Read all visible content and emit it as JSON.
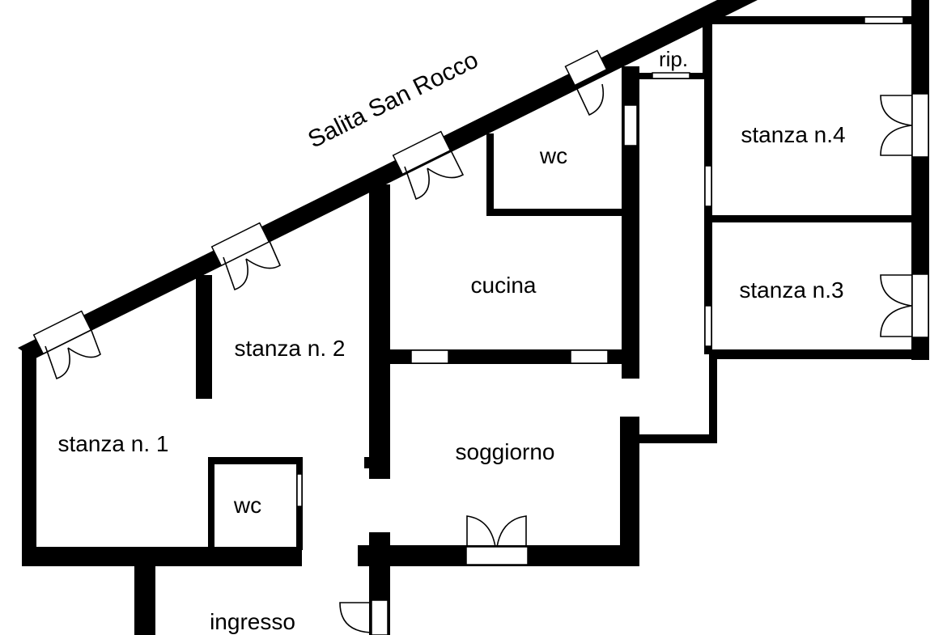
{
  "plan": {
    "street": "Salita San Rocco",
    "rooms": {
      "stanza_1": "stanza n. 1",
      "stanza_2": "stanza n. 2",
      "stanza_3": "stanza n.3",
      "stanza_4": "stanza n.4",
      "cucina": "cucina",
      "soggiorno": "soggiorno",
      "ingresso": "ingresso",
      "wc_1": "wc",
      "wc_2": "wc",
      "ripostiglio": "rip."
    }
  },
  "colors": {
    "wall": "#000000",
    "background": "#ffffff"
  }
}
